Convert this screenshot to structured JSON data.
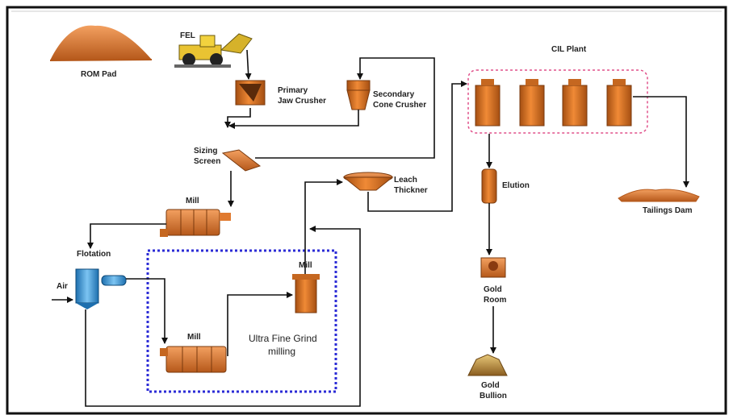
{
  "colors": {
    "equipment": "#d9792a",
    "equipment_dark": "#a54f12",
    "flotation": "#3a9ad9",
    "cil_box": "#e0508a",
    "ufg_box": "#2b2bd6",
    "frame": "#111111"
  },
  "labels": {
    "rom_pad": "ROM Pad",
    "fel": "FEL",
    "primary_crusher_1": "Primary",
    "primary_crusher_2": "Jaw Crusher",
    "secondary_crusher_1": "Secondary",
    "secondary_crusher_2": "Cone Crusher",
    "sizing_screen_1": "Sizing",
    "sizing_screen_2": "Screen",
    "mill_top": "Mill",
    "flotation": "Flotation",
    "air": "Air",
    "mill_bottom": "Mill",
    "mill_ufg": "Mill",
    "ufg_1": "Ultra Fine Grind",
    "ufg_2": "milling",
    "leach_thickner_1": "Leach",
    "leach_thickner_2": "Thickner",
    "cil_plant": "CIL Plant",
    "elution": "Elution",
    "gold_room_1": "Gold",
    "gold_room_2": "Room",
    "gold_bullion_1": "Gold",
    "gold_bullion_2": "Bullion",
    "tailings_dam": "Tailings Dam"
  },
  "icons": [
    "rom-pad-pile-icon",
    "front-end-loader-icon",
    "jaw-crusher-icon",
    "cone-crusher-icon",
    "sizing-screen-icon",
    "ball-mill-icon",
    "flotation-cell-icon",
    "leach-thickener-icon",
    "cil-tank-icon",
    "elution-column-icon",
    "gold-room-furnace-icon",
    "gold-bullion-icon",
    "tailings-dam-icon",
    "ufg-mill-icon"
  ]
}
